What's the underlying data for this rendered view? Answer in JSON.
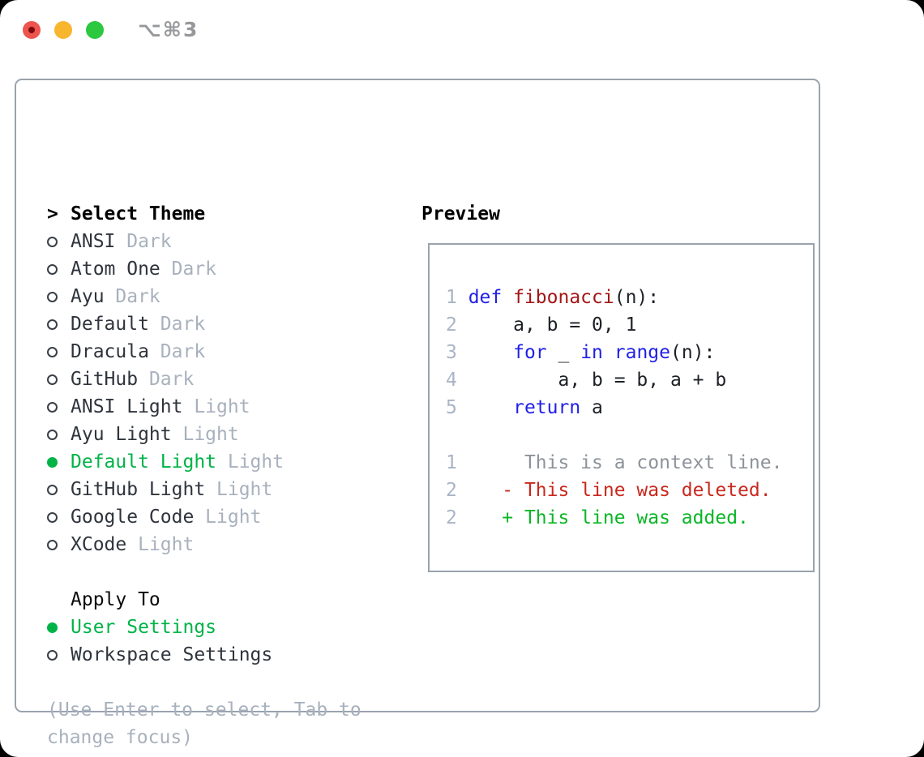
{
  "titlebar": {
    "shortcut_label": "⌥⌘3"
  },
  "theme_picker": {
    "title_marker": ">",
    "title": "Select Theme",
    "themes": [
      {
        "name": "ANSI",
        "variant": "Dark",
        "selected": false
      },
      {
        "name": "Atom One",
        "variant": "Dark",
        "selected": false
      },
      {
        "name": "Ayu",
        "variant": "Dark",
        "selected": false
      },
      {
        "name": "Default",
        "variant": "Dark",
        "selected": false
      },
      {
        "name": "Dracula",
        "variant": "Dark",
        "selected": false
      },
      {
        "name": "GitHub",
        "variant": "Dark",
        "selected": false
      },
      {
        "name": "ANSI Light",
        "variant": "Light",
        "selected": false
      },
      {
        "name": "Ayu Light",
        "variant": "Light",
        "selected": false
      },
      {
        "name": "Default Light",
        "variant": "Light",
        "selected": true
      },
      {
        "name": "GitHub Light",
        "variant": "Light",
        "selected": false
      },
      {
        "name": "Google Code",
        "variant": "Light",
        "selected": false
      },
      {
        "name": "XCode",
        "variant": "Light",
        "selected": false
      }
    ],
    "apply_to_title": "Apply To",
    "apply_to_options": [
      {
        "name": "User Settings",
        "selected": true
      },
      {
        "name": "Workspace Settings",
        "selected": false
      }
    ],
    "help_lines": [
      "(Use Enter to select, Tab to",
      "change focus)"
    ]
  },
  "preview": {
    "title": "Preview",
    "lines": [
      [
        {
          "text": "1 ",
          "type": "lineno"
        },
        {
          "text": "def ",
          "type": "keyword"
        },
        {
          "text": "fibonacci",
          "type": "function"
        },
        {
          "text": "(n):",
          "type": "plain"
        }
      ],
      [
        {
          "text": "2 ",
          "type": "lineno"
        },
        {
          "text": "    a, b = 0, 1",
          "type": "plain"
        }
      ],
      [
        {
          "text": "3 ",
          "type": "lineno"
        },
        {
          "text": "    ",
          "type": "plain"
        },
        {
          "text": "for",
          "type": "keyword"
        },
        {
          "text": " _ ",
          "type": "plain"
        },
        {
          "text": "in",
          "type": "keyword"
        },
        {
          "text": " ",
          "type": "plain"
        },
        {
          "text": "range",
          "type": "keyword"
        },
        {
          "text": "(n):",
          "type": "plain"
        }
      ],
      [
        {
          "text": "4 ",
          "type": "lineno"
        },
        {
          "text": "        a, b = b, a + b",
          "type": "plain"
        }
      ],
      [
        {
          "text": "5 ",
          "type": "lineno"
        },
        {
          "text": "    ",
          "type": "plain"
        },
        {
          "text": "return",
          "type": "keyword"
        },
        {
          "text": " a",
          "type": "plain"
        }
      ],
      [],
      [
        {
          "text": "1",
          "type": "lineno"
        },
        {
          "text": "      This is a context line.",
          "type": "context"
        }
      ],
      [
        {
          "text": "2",
          "type": "lineno"
        },
        {
          "text": "    ",
          "type": "plain"
        },
        {
          "text": "- This line was deleted.",
          "type": "deleted"
        }
      ],
      [
        {
          "text": "2",
          "type": "lineno"
        },
        {
          "text": "    ",
          "type": "plain"
        },
        {
          "text": "+ This line was added.",
          "type": "added"
        }
      ]
    ]
  },
  "colors": {
    "accent_green": "#00b347",
    "keyword_blue": "#1f1fe8",
    "function_red": "#a31515",
    "deleted_red": "#c9281e",
    "added_green": "#0ab626",
    "border_gray": "#9aa3ad",
    "muted_gray": "#a8b1bd",
    "traffic_red": "#ee554f",
    "traffic_red_dot": "#7d0b0e",
    "traffic_yellow": "#f8b52e",
    "traffic_green": "#2bc840"
  }
}
